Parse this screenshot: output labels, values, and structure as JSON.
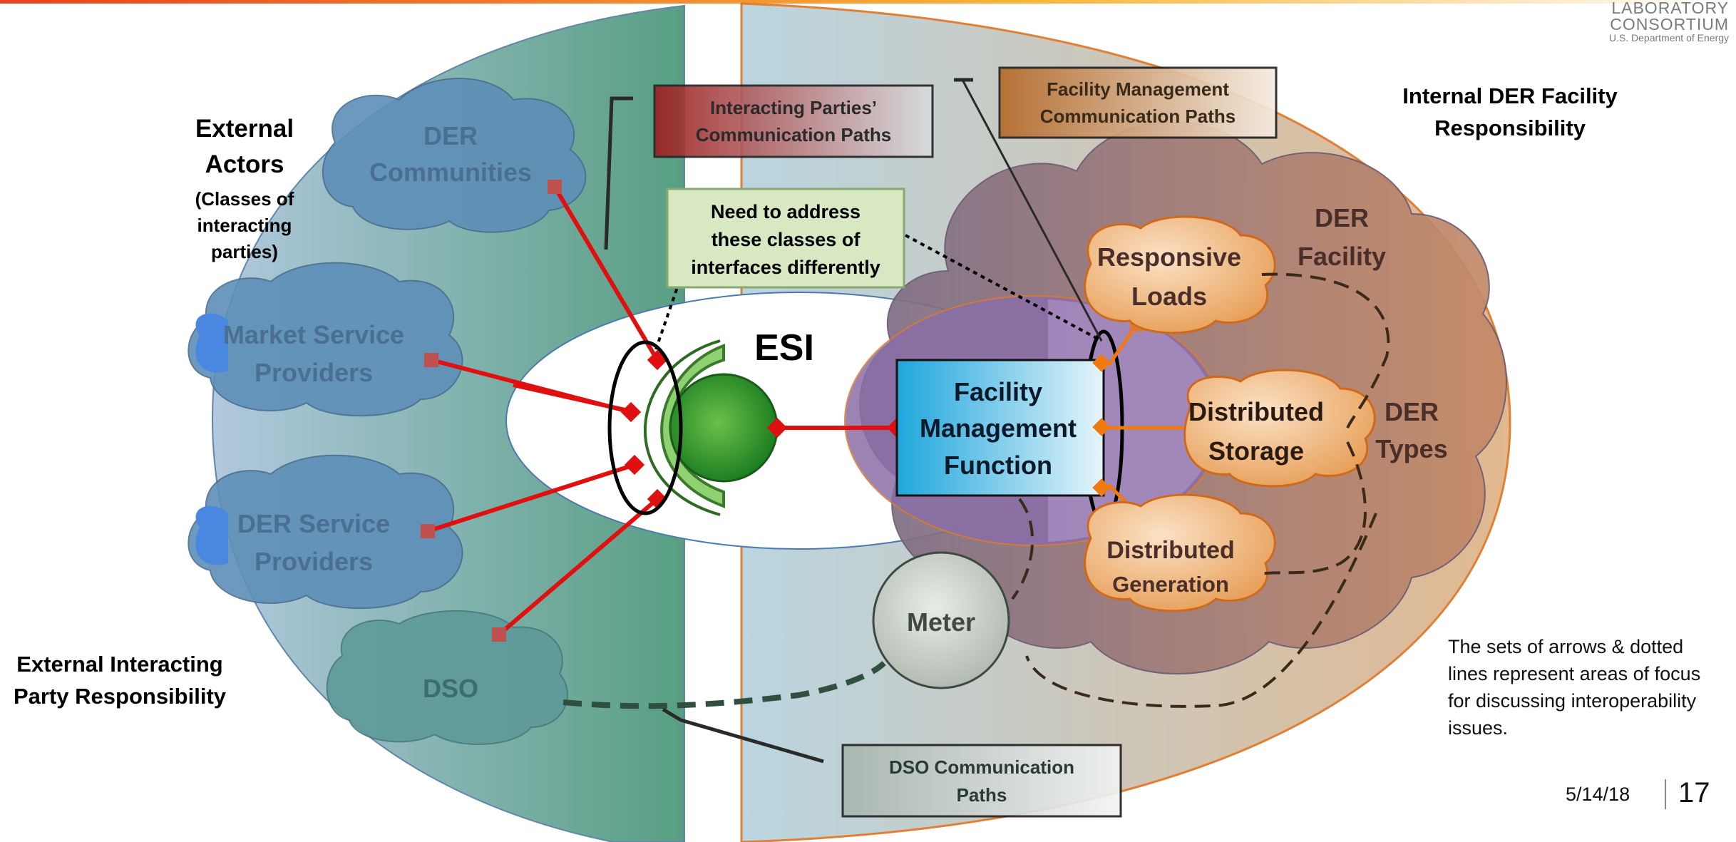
{
  "colors": {
    "topbar_start": "#e8431d",
    "topbar_end": "#f7b63a",
    "external_region": "#5b8fa8",
    "internal_region": "#c98a55",
    "red_link": "#e01010",
    "orange_link": "#f07a10",
    "esi_ball": "#2f9a2f",
    "fmf_box": "#2bb0e0"
  },
  "logo": {
    "line1": "LABORATORY",
    "line2": "CONSORTIUM",
    "line3": "U.S. Department of Energy"
  },
  "titles": {
    "external_actors": "External Actors",
    "external_actors_sub": "(Classes of interacting parties)",
    "internal_der": "Internal DER Facility Responsibility",
    "external_interacting": "External Interacting Party Responsibility"
  },
  "clouds": {
    "der_communities": "DER Communities",
    "market_service_providers": "Market Service Providers",
    "der_service_providers": "DER Service Providers",
    "dso": "DSO",
    "der_facility": "DER Facility",
    "der_types": "DER Types"
  },
  "callouts": {
    "interacting_parties": "Interacting Parties’ Communication Paths",
    "facility_mgmt_paths": "Facility Management Communication Paths",
    "need_to_address": "Need to address these classes of interfaces differently",
    "dso_paths": "DSO Communication Paths"
  },
  "nodes": {
    "esi": "ESI",
    "facility_management_function": "Facility Management Function",
    "responsive_loads": "Responsive Loads",
    "distributed_storage": "Distributed Storage",
    "distributed_generation": "Distributed Generation",
    "meter": "Meter"
  },
  "note": "The sets of arrows & dotted lines represent areas of focus for discussing interoperability issues.",
  "footer": {
    "date": "5/14/18",
    "page": "17"
  }
}
